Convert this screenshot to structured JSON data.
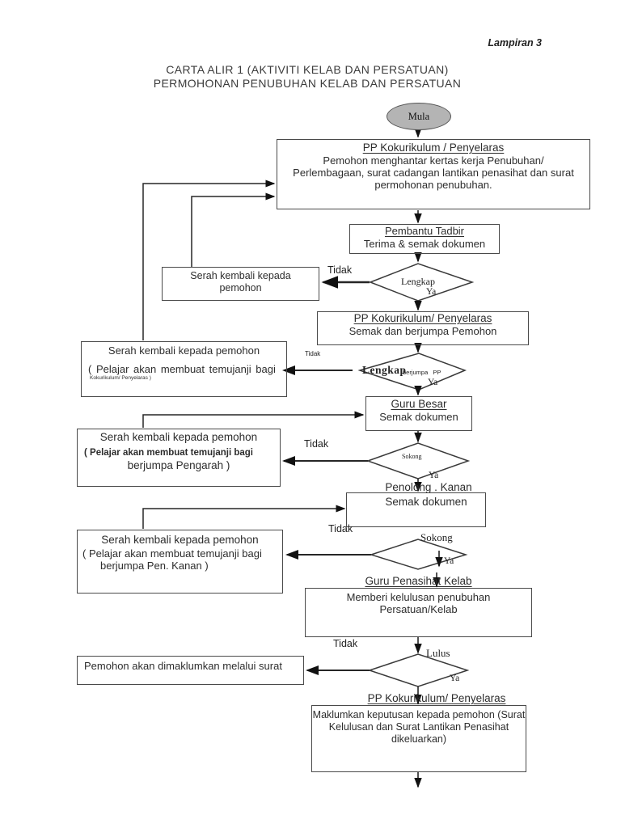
{
  "page": {
    "corner_label": "Lampiran 3",
    "title_line1": "CARTA ALIR 1 (AKTIVITI KELAB DAN PERSATUAN)",
    "title_line2": "PERMOHONAN PENUBUHAN KELAB DAN PERSATUAN"
  },
  "flow": {
    "start_label": "Mula",
    "pp_submit": {
      "title": "PP Kokurikulum / Penyelaras",
      "lines": [
        "Pemohon menghantar kertas kerja Penubuhan/",
        "Perlembagaan, surat cadangan lantikan penasihat dan surat",
        "permohonan penubuhan."
      ]
    },
    "pembantu_tadbir": {
      "title": "Pembantu Tadbir",
      "body": "Terima & semak dokumen"
    },
    "decision_lengkap1": {
      "label": "Lengkap",
      "no": "Tidak",
      "yes": "Ya"
    },
    "return1": {
      "lines": [
        "Serah kembali kepada",
        "pemohon"
      ]
    },
    "pp_semak": {
      "title": "PP Kokurikulum/ Penyelaras",
      "body": "Semak dan berjumpa Pemohon"
    },
    "decision_lengkap2": {
      "label": "Lengkap",
      "sublabel": "berjumpa  PP",
      "no": "Tidak",
      "yes": "Ya"
    },
    "return2": {
      "lines": [
        "Serah kembali kepada pemohon",
        "( Pelajar akan membuat temujanji bagi",
        "Kokurikulum/ Penyelaras )"
      ]
    },
    "guru_besar": {
      "title": "Guru Besar",
      "body": "Semak dokumen"
    },
    "decision_sokong1": {
      "label": "Sokong",
      "no": "Tidak",
      "yes": "Ya"
    },
    "return3": {
      "lines": [
        "Serah kembali kepada pemohon",
        "( Pelajar akan membuat temujanji bagi",
        "berjumpa Pengarah )"
      ]
    },
    "penolong_kanan": {
      "title": "Penolong . Kanan",
      "body": "Semak dokumen"
    },
    "decision_sokong2": {
      "label": "Sokong",
      "no": "Tidak",
      "yes": "Ya"
    },
    "return4": {
      "lines": [
        "Serah kembali kepada pemohon",
        "( Pelajar akan membuat temujanji bagi",
        "berjumpa Pen. Kanan )"
      ]
    },
    "guru_penasihat": {
      "title": "Guru Penasihat Kelab",
      "lines": [
        "Memberi kelulusan penubuhan",
        "Persatuan/Kelab"
      ]
    },
    "decision_lulus": {
      "label": "Lulus",
      "no": "Tidak",
      "yes": "Ya"
    },
    "return5": {
      "body": "Pemohon akan dimaklumkan melalui surat"
    },
    "pp_keputusan": {
      "title": "PP Kokurikulum/ Penyelaras",
      "lines": [
        "Maklumkan keputusan kepada pemohon (Surat",
        "Kelulusan dan Surat Lantikan Penasihat",
        "dikeluarkan)"
      ]
    }
  },
  "colors": {
    "start_fill": "#b4b4b4",
    "ink": "#2b2b2b",
    "line": "#262626"
  }
}
